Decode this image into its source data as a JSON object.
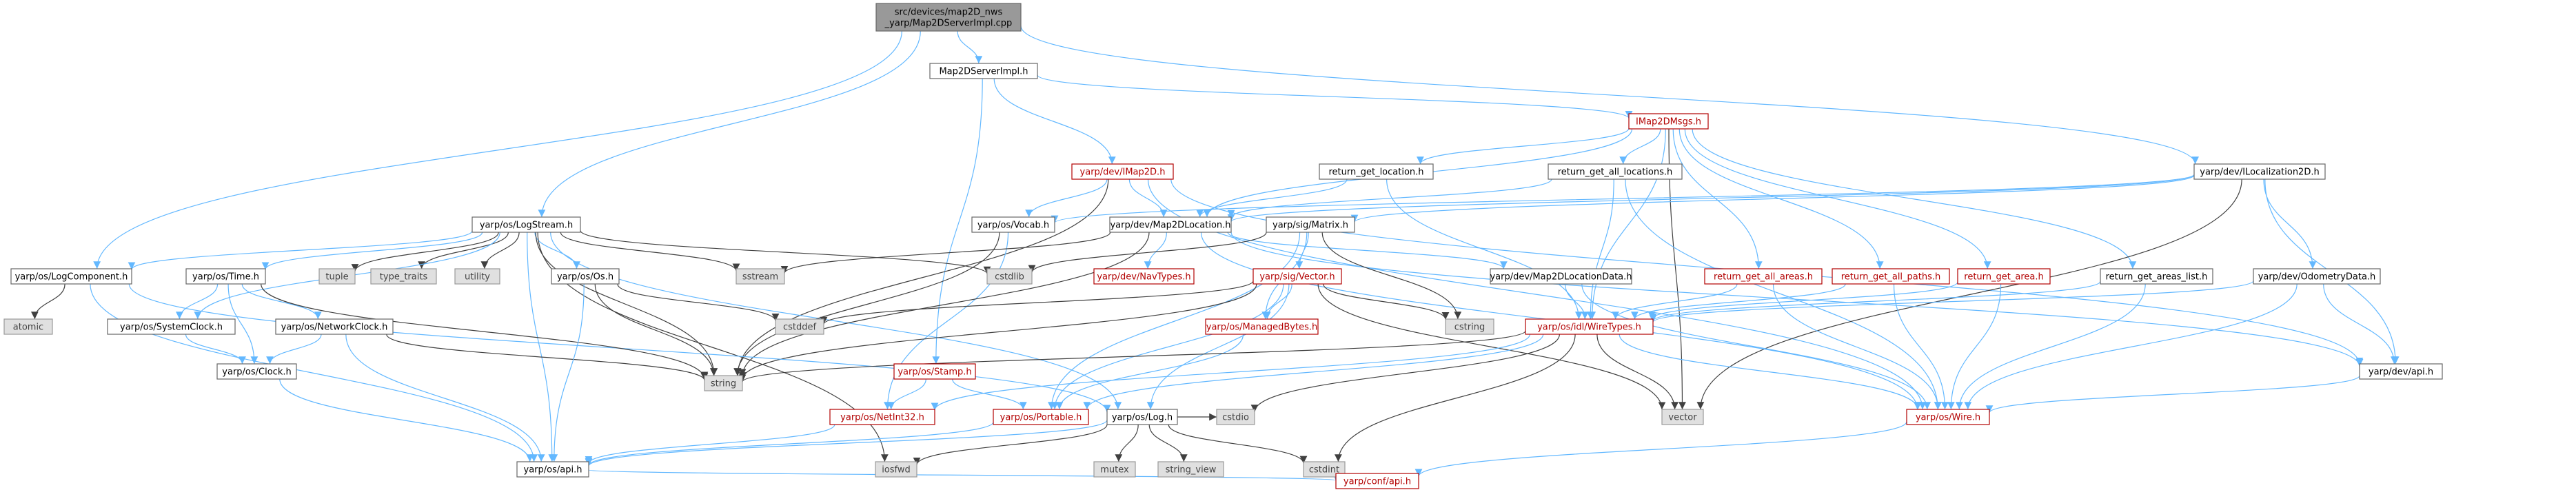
{
  "graph": {
    "title": "Include dependency graph for Map2DServerImpl.cpp",
    "colors": {
      "root_fill": "#999999",
      "normal_stroke": "#666666",
      "missing_stroke": "#b20000",
      "system_fill": "#e0e0e0",
      "edge_project": "#63b8ff",
      "edge_system": "#404040"
    },
    "nodes": [
      {
        "id": "root",
        "lines": [
          "src/devices/map2D_nws",
          "_yarp/Map2DServerImpl.cpp"
        ],
        "kind": "root"
      },
      {
        "id": "m2dsi_h",
        "lines": [
          "Map2DServerImpl.h"
        ],
        "kind": "normal"
      },
      {
        "id": "imap2dmsgs",
        "lines": [
          "IMap2DMsgs.h"
        ],
        "kind": "red"
      },
      {
        "id": "ilocalization2d",
        "lines": [
          "yarp/dev/ILocalization2D.h"
        ],
        "kind": "normal"
      },
      {
        "id": "imap2d",
        "lines": [
          "yarp/dev/IMap2D.h"
        ],
        "kind": "red"
      },
      {
        "id": "rgl",
        "lines": [
          "return_get_location.h"
        ],
        "kind": "normal"
      },
      {
        "id": "rgall",
        "lines": [
          "return_get_all_locations.h"
        ],
        "kind": "normal"
      },
      {
        "id": "logstream",
        "lines": [
          "yarp/os/LogStream.h"
        ],
        "kind": "normal"
      },
      {
        "id": "vocab",
        "lines": [
          "yarp/os/Vocab.h"
        ],
        "kind": "normal"
      },
      {
        "id": "m2dloc",
        "lines": [
          "yarp/dev/Map2DLocation.h"
        ],
        "kind": "normal"
      },
      {
        "id": "matrix",
        "lines": [
          "yarp/sig/Matrix.h"
        ],
        "kind": "normal"
      },
      {
        "id": "logcomp",
        "lines": [
          "yarp/os/LogComponent.h"
        ],
        "kind": "normal"
      },
      {
        "id": "timeh",
        "lines": [
          "yarp/os/Time.h"
        ],
        "kind": "normal"
      },
      {
        "id": "tuple",
        "lines": [
          "tuple"
        ],
        "kind": "sys"
      },
      {
        "id": "type_traits",
        "lines": [
          "type_traits"
        ],
        "kind": "sys"
      },
      {
        "id": "utility",
        "lines": [
          "utility"
        ],
        "kind": "sys"
      },
      {
        "id": "osh",
        "lines": [
          "yarp/os/Os.h"
        ],
        "kind": "normal"
      },
      {
        "id": "sstream",
        "lines": [
          "sstream"
        ],
        "kind": "sys"
      },
      {
        "id": "cstdlib",
        "lines": [
          "cstdlib"
        ],
        "kind": "sys"
      },
      {
        "id": "navtypes",
        "lines": [
          "yarp/dev/NavTypes.h"
        ],
        "kind": "red"
      },
      {
        "id": "sigvector",
        "lines": [
          "yarp/sig/Vector.h"
        ],
        "kind": "red"
      },
      {
        "id": "m2dlocdata",
        "lines": [
          "yarp/dev/Map2DLocationData.h"
        ],
        "kind": "normal"
      },
      {
        "id": "rgaa",
        "lines": [
          "return_get_all_areas.h"
        ],
        "kind": "red"
      },
      {
        "id": "rgap",
        "lines": [
          "return_get_all_paths.h"
        ],
        "kind": "red"
      },
      {
        "id": "rga",
        "lines": [
          "return_get_area.h"
        ],
        "kind": "red"
      },
      {
        "id": "rgal",
        "lines": [
          "return_get_areas_list.h"
        ],
        "kind": "normal"
      },
      {
        "id": "odometry",
        "lines": [
          "yarp/dev/OdometryData.h"
        ],
        "kind": "normal"
      },
      {
        "id": "atomic",
        "lines": [
          "atomic"
        ],
        "kind": "sys"
      },
      {
        "id": "sysclock",
        "lines": [
          "yarp/os/SystemClock.h"
        ],
        "kind": "normal"
      },
      {
        "id": "netclock",
        "lines": [
          "yarp/os/NetworkClock.h"
        ],
        "kind": "normal"
      },
      {
        "id": "cstddef",
        "lines": [
          "cstddef"
        ],
        "kind": "sys"
      },
      {
        "id": "stamp",
        "lines": [
          "yarp/os/Stamp.h"
        ],
        "kind": "red"
      },
      {
        "id": "managedbytes",
        "lines": [
          "yarp/os/ManagedBytes.h"
        ],
        "kind": "red"
      },
      {
        "id": "cstring",
        "lines": [
          "cstring"
        ],
        "kind": "sys"
      },
      {
        "id": "wiretypes",
        "lines": [
          "yarp/os/idl/WireTypes.h"
        ],
        "kind": "red"
      },
      {
        "id": "devapi",
        "lines": [
          "yarp/dev/api.h"
        ],
        "kind": "normal"
      },
      {
        "id": "clock",
        "lines": [
          "yarp/os/Clock.h"
        ],
        "kind": "normal"
      },
      {
        "id": "string",
        "lines": [
          "string"
        ],
        "kind": "sys"
      },
      {
        "id": "netint32",
        "lines": [
          "yarp/os/NetInt32.h"
        ],
        "kind": "red"
      },
      {
        "id": "portable",
        "lines": [
          "yarp/os/Portable.h"
        ],
        "kind": "red"
      },
      {
        "id": "logh",
        "lines": [
          "yarp/os/Log.h"
        ],
        "kind": "normal"
      },
      {
        "id": "cstdio",
        "lines": [
          "cstdio"
        ],
        "kind": "sys"
      },
      {
        "id": "vector",
        "lines": [
          "vector"
        ],
        "kind": "sys"
      },
      {
        "id": "wireh",
        "lines": [
          "yarp/os/Wire.h"
        ],
        "kind": "red"
      },
      {
        "id": "osapi",
        "lines": [
          "yarp/os/api.h"
        ],
        "kind": "normal"
      },
      {
        "id": "iosfwd",
        "lines": [
          "iosfwd"
        ],
        "kind": "sys"
      },
      {
        "id": "mutex",
        "lines": [
          "mutex"
        ],
        "kind": "sys"
      },
      {
        "id": "string_view",
        "lines": [
          "string_view"
        ],
        "kind": "sys"
      },
      {
        "id": "cstdint",
        "lines": [
          "cstdint"
        ],
        "kind": "sys"
      },
      {
        "id": "confapi",
        "lines": [
          "yarp/conf/api.h"
        ],
        "kind": "red"
      }
    ],
    "edges": [
      [
        "root",
        "m2dsi_h"
      ],
      [
        "root",
        "logstream"
      ],
      [
        "root",
        "ilocalization2d"
      ],
      [
        "root",
        "logcomp"
      ],
      [
        "m2dsi_h",
        "imap2dmsgs"
      ],
      [
        "m2dsi_h",
        "imap2d"
      ],
      [
        "m2dsi_h",
        "stamp"
      ],
      [
        "imap2dmsgs",
        "rgl"
      ],
      [
        "imap2dmsgs",
        "rgall"
      ],
      [
        "imap2dmsgs",
        "rgaa"
      ],
      [
        "imap2dmsgs",
        "rgap"
      ],
      [
        "imap2dmsgs",
        "rga"
      ],
      [
        "imap2dmsgs",
        "rgal"
      ],
      [
        "imap2dmsgs",
        "wiretypes"
      ],
      [
        "imap2dmsgs",
        "m2dloc"
      ],
      [
        "imap2dmsgs",
        "vector"
      ],
      [
        "imap2d",
        "vocab"
      ],
      [
        "imap2d",
        "m2dloc"
      ],
      [
        "imap2d",
        "devapi"
      ],
      [
        "imap2d",
        "string"
      ],
      [
        "imap2d",
        "wireh"
      ],
      [
        "rgl",
        "wiretypes"
      ],
      [
        "rgl",
        "m2dloc"
      ],
      [
        "rgall",
        "wiretypes"
      ],
      [
        "rgall",
        "m2dloc"
      ],
      [
        "rgall",
        "wireh"
      ],
      [
        "ilocalization2d",
        "vocab"
      ],
      [
        "ilocalization2d",
        "m2dloc"
      ],
      [
        "ilocalization2d",
        "odometry"
      ],
      [
        "ilocalization2d",
        "matrix"
      ],
      [
        "ilocalization2d",
        "devapi"
      ],
      [
        "ilocalization2d",
        "vector"
      ],
      [
        "logstream",
        "logcomp"
      ],
      [
        "logstream",
        "timeh"
      ],
      [
        "logstream",
        "osh"
      ],
      [
        "logstream",
        "logh"
      ],
      [
        "logstream",
        "sstream"
      ],
      [
        "logstream",
        "string"
      ],
      [
        "logstream",
        "tuple"
      ],
      [
        "logstream",
        "type_traits"
      ],
      [
        "logstream",
        "utility"
      ],
      [
        "logstream",
        "cstdlib"
      ],
      [
        "logstream",
        "sysclock"
      ],
      [
        "logstream",
        "osapi"
      ],
      [
        "logstream",
        "iosfwd"
      ],
      [
        "vocab",
        "string"
      ],
      [
        "vocab",
        "netint32"
      ],
      [
        "m2dloc",
        "navtypes"
      ],
      [
        "m2dloc",
        "m2dlocdata"
      ],
      [
        "m2dloc",
        "sstream"
      ],
      [
        "m2dloc",
        "string"
      ],
      [
        "m2dloc",
        "devapi"
      ],
      [
        "m2dloc",
        "wireh"
      ],
      [
        "matrix",
        "cstdlib"
      ],
      [
        "matrix",
        "sigvector"
      ],
      [
        "matrix",
        "managedbytes"
      ],
      [
        "matrix",
        "portable"
      ],
      [
        "matrix",
        "cstring"
      ],
      [
        "m2dlocdata",
        "wiretypes"
      ],
      [
        "m2dlocdata",
        "wireh"
      ],
      [
        "sigvector",
        "cstring"
      ],
      [
        "sigvector",
        "cstddef"
      ],
      [
        "sigvector",
        "string"
      ],
      [
        "sigvector",
        "vector"
      ],
      [
        "sigvector",
        "managedbytes"
      ],
      [
        "sigvector",
        "logh"
      ],
      [
        "sigvector",
        "portable"
      ],
      [
        "rgaa",
        "wiretypes"
      ],
      [
        "rgaa",
        "wireh"
      ],
      [
        "rgap",
        "wiretypes"
      ],
      [
        "rgap",
        "wireh"
      ],
      [
        "rga",
        "wiretypes"
      ],
      [
        "rga",
        "wireh"
      ],
      [
        "rgal",
        "wiretypes"
      ],
      [
        "rgal",
        "wireh"
      ],
      [
        "odometry",
        "wiretypes"
      ],
      [
        "odometry",
        "devapi"
      ],
      [
        "odometry",
        "wireh"
      ],
      [
        "logcomp",
        "atomic"
      ],
      [
        "logcomp",
        "logh"
      ],
      [
        "logcomp",
        "osapi"
      ],
      [
        "timeh",
        "sysclock"
      ],
      [
        "timeh",
        "netclock"
      ],
      [
        "timeh",
        "clock"
      ],
      [
        "timeh",
        "string"
      ],
      [
        "sysclock",
        "clock"
      ],
      [
        "netclock",
        "clock"
      ],
      [
        "netclock",
        "string"
      ],
      [
        "netclock",
        "osapi"
      ],
      [
        "osh",
        "cstddef"
      ],
      [
        "osh",
        "string"
      ],
      [
        "osh",
        "osapi"
      ],
      [
        "stamp",
        "netint32"
      ],
      [
        "stamp",
        "portable"
      ],
      [
        "managedbytes",
        "portable"
      ],
      [
        "wiretypes",
        "netint32"
      ],
      [
        "wiretypes",
        "portable"
      ],
      [
        "wiretypes",
        "cstdio"
      ],
      [
        "wiretypes",
        "cstdint"
      ],
      [
        "wiretypes",
        "wireh"
      ],
      [
        "wiretypes",
        "string"
      ],
      [
        "wiretypes",
        "vector"
      ],
      [
        "devapi",
        "wireh"
      ],
      [
        "clock",
        "osapi"
      ],
      [
        "netint32",
        "osapi"
      ],
      [
        "portable",
        "osapi"
      ],
      [
        "logh",
        "osapi"
      ],
      [
        "logh",
        "iosfwd"
      ],
      [
        "logh",
        "mutex"
      ],
      [
        "logh",
        "string_view"
      ],
      [
        "logh",
        "cstdint"
      ],
      [
        "logh",
        "cstdio"
      ],
      [
        "wireh",
        "confapi"
      ],
      [
        "osapi",
        "confapi"
      ]
    ]
  }
}
